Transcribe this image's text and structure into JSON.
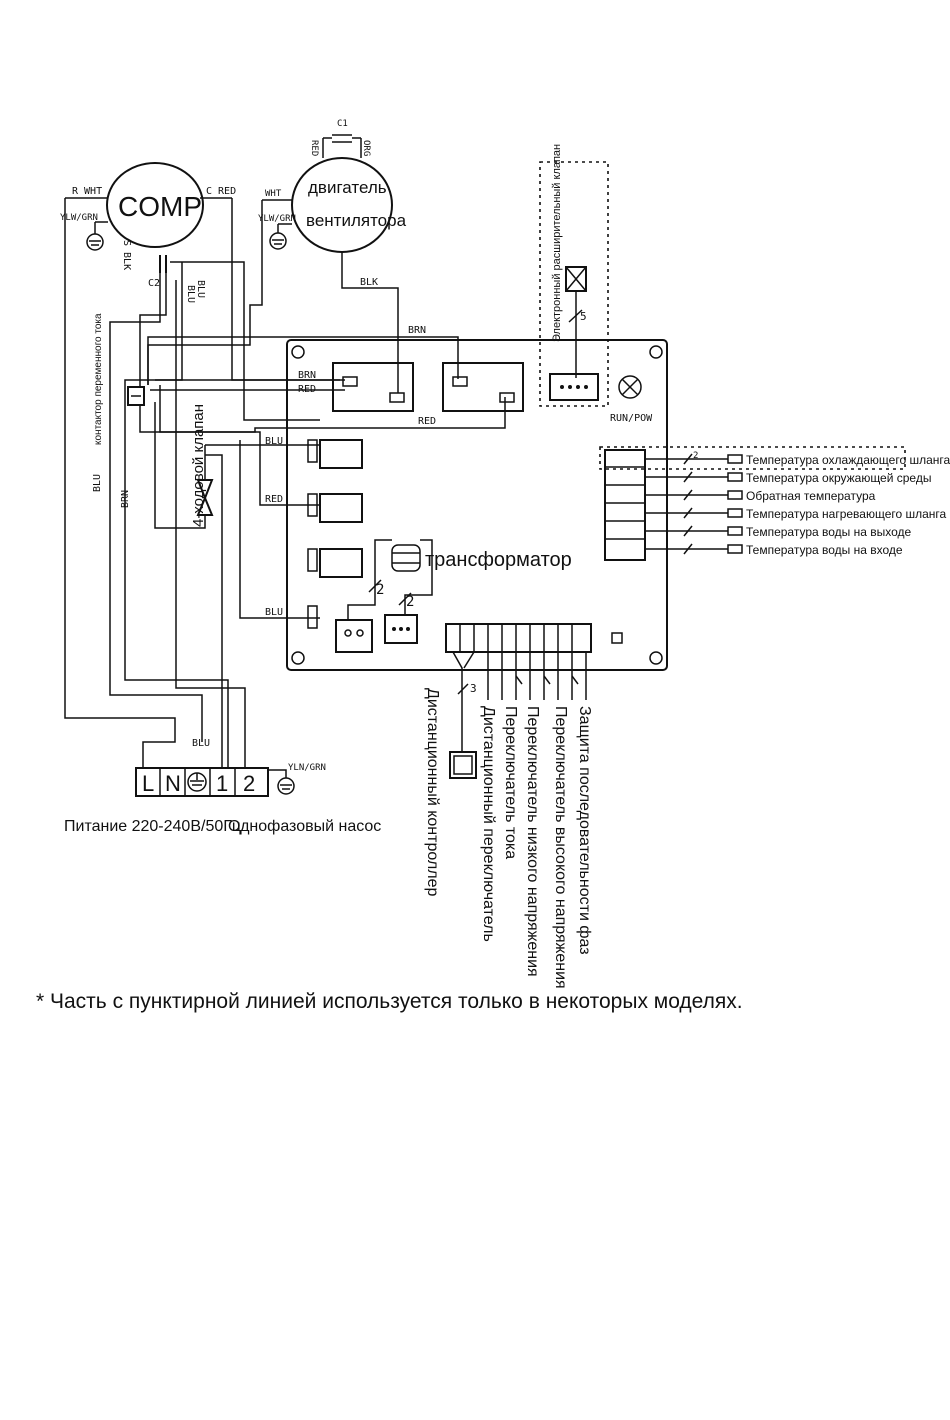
{
  "compressor": {
    "label": "COMP",
    "r_wire": "R WHT",
    "c_wire": "C RED",
    "s_wire": "S BLK",
    "ground": "YLW/GRN",
    "cap": "C2"
  },
  "fan_motor": {
    "label_line1": "двигатель",
    "label_line2": "вентилятора",
    "wire": "WHT",
    "ground": "YLW/GRN",
    "cap": "C1",
    "cap_left": "RED",
    "cap_right": "ORG",
    "out": "BLK"
  },
  "contactor": {
    "label": "контактор переменного тока"
  },
  "valve": {
    "label": "4-ходовой клапан"
  },
  "wires": {
    "blu": "BLU",
    "brn": "BRN",
    "red": "RED",
    "blk": "BLK"
  },
  "eev": {
    "label": "Электронный расширительный клапан",
    "count": "5"
  },
  "board": {
    "run_label": "RUN/POW",
    "transformer": "трансформатор",
    "count_a": "2",
    "count_b": "2"
  },
  "sensors": {
    "count": "2",
    "labels": [
      "Температура охлаждающего шланга",
      "Температура окружающей среды",
      "Обратная температура",
      "Температура нагревающего шланга",
      "Температура воды на выходе",
      "Температура воды на входе"
    ]
  },
  "bottom_labels": {
    "count": "3",
    "items": [
      "Дистанционный контроллер",
      "Дистанционный переключатель",
      "Переключатель тока",
      "Переключатель низкого напряжения",
      "Переключатель высокого напряжения",
      "Защита последовательности фаз"
    ]
  },
  "terminal": {
    "L": "L",
    "N": "N",
    "t1": "1",
    "t2": "2",
    "ground": "YLN/GRN",
    "blu": "BLU"
  },
  "captions": {
    "power": "Питание 220-240В/50Гц",
    "pump": "Однофазовый насос"
  },
  "footnote": "* Часть с пунктирной линией используется только в некоторых моделях."
}
